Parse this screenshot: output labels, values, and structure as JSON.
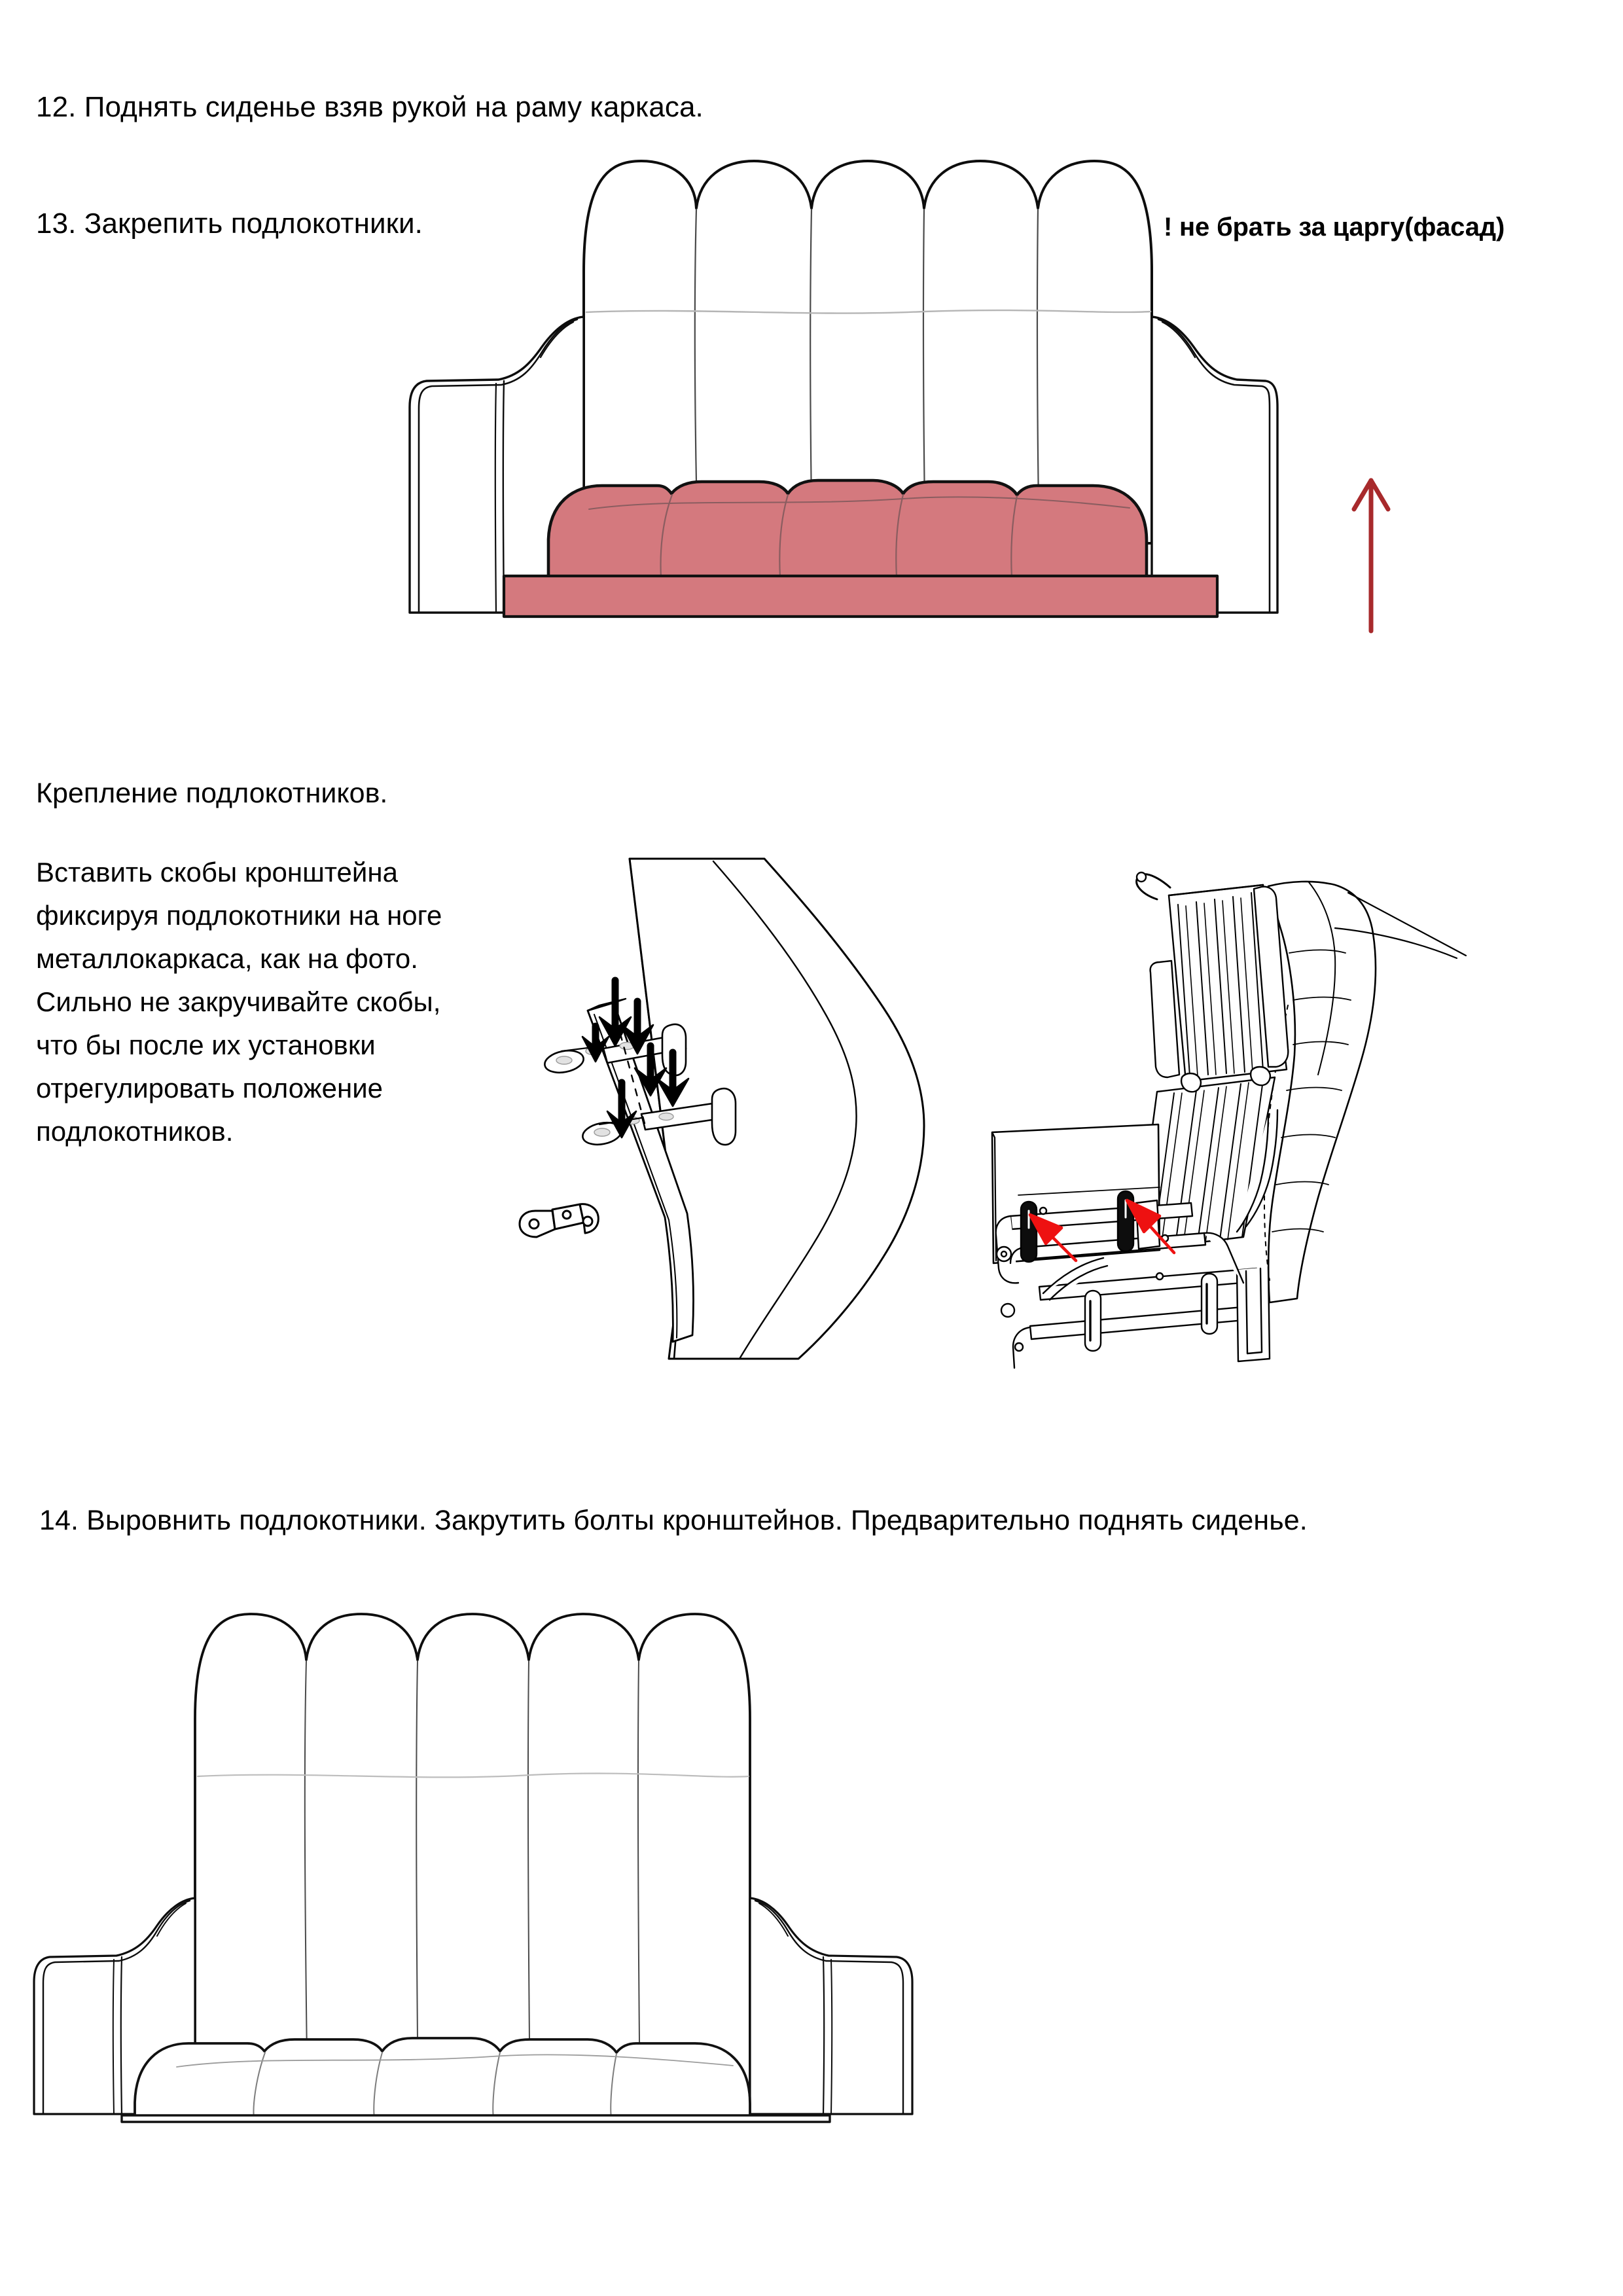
{
  "document": {
    "kind": "furniture-assembly-instruction",
    "language": "ru"
  },
  "steps": {
    "step12": "12.  Поднять сиденье взяв рукой на раму каркаса.",
    "step13": "13.  Закрепить подлокотники.",
    "step14": "14. Выровнить подлокотники. Закрутить болты кронштейнов. Предварительно поднять сиденье."
  },
  "warning": {
    "text": "! не брать за царгу(фасад)"
  },
  "section": {
    "title": "Крепление подлокотников.",
    "paragraph_lines": [
      "Вставить скобы кронштейна",
      "фиксируя подлокотники на ноге",
      "металлокаркаса, как на фото.",
      "Сильно не закручивайте скобы,",
      "что бы после их установки",
      "отрегулировать положение",
      "подлокотников."
    ]
  },
  "figures": {
    "sofa_top": {
      "name": "Диван с поднятым сиденьем",
      "back_flutes": 5,
      "seat_cushions": 5,
      "highlight_parts": [
        "сиденье",
        "царга"
      ]
    },
    "bracket_detail": {
      "name": "Крепление кронштейна к ноге металлокаркаса",
      "arrow_count": 6,
      "bracket_count": 2,
      "loose_hardware": "скоба"
    },
    "mechanism_photo": {
      "name": "Механизм трансформации с подлокотником",
      "red_arrow_count": 2
    },
    "sofa_bottom": {
      "name": "Собранный диван",
      "back_flutes": 5,
      "seat_cushions": 5
    }
  },
  "colors": {
    "highlight_rose": "#d4797e",
    "highlight_rose_stroke": "#1a1a1a",
    "arrow_dark_red": "#a82a2c",
    "arrow_bright_red": "#ee1111",
    "line": "#0d0d0d",
    "line_light": "#8c8c8c",
    "page_background": "#ffffff"
  }
}
